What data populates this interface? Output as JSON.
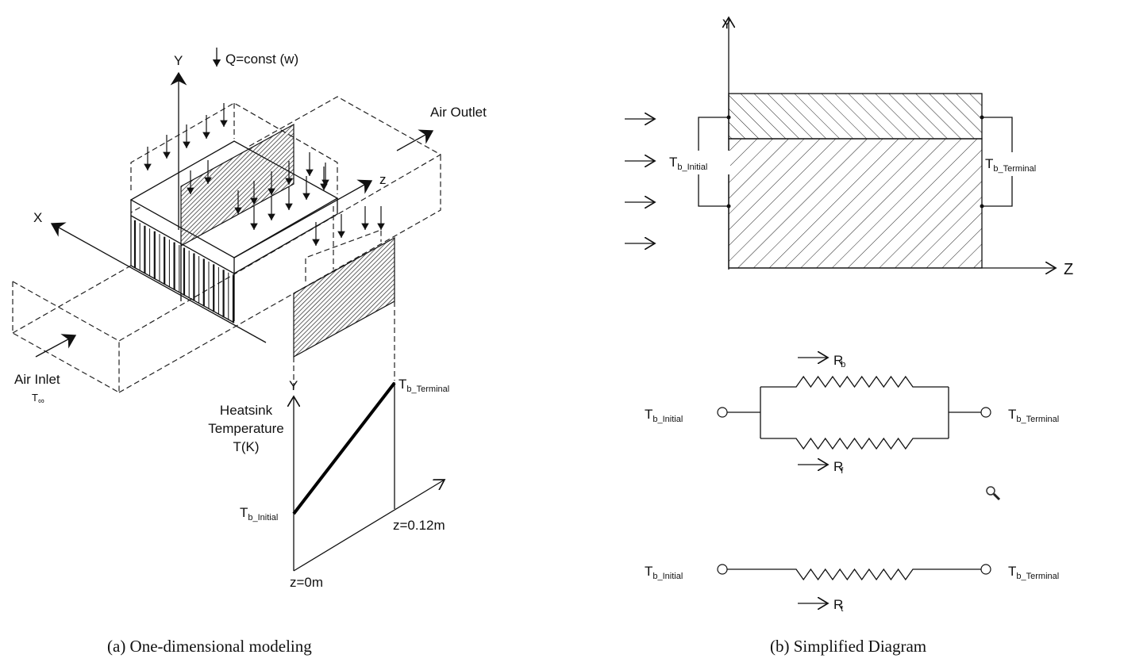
{
  "panel_a": {
    "heat_load": "Q=const (w)",
    "axis_y": "Y",
    "axis_x": "X",
    "axis_z": "z",
    "air_outlet": "Air Outlet",
    "air_inlet": "Air Inlet",
    "t_inf_main": "T",
    "t_inf_sub": "∞",
    "graph": {
      "axis_y": "Y",
      "ylabel_line1": "Heatsink",
      "ylabel_line2": "Temperature",
      "ylabel_line3": "T(K)",
      "t_initial_main": "T",
      "t_initial_sub": "b_Initial",
      "t_terminal_main": "T",
      "t_terminal_sub": "b_Terminal",
      "z_start": "z=0m",
      "z_end": "z=0.12m"
    },
    "caption": "(a)  One-dimensional  modeling"
  },
  "panel_b": {
    "axis_y": "Y",
    "axis_z": "Z",
    "t_initial_main": "T",
    "t_initial_sub": "b_Initial",
    "t_terminal_main": "T",
    "t_terminal_sub": "b_Terminal",
    "parallel": {
      "rb_main": "R",
      "rb_sub": "b",
      "rf_main": "R",
      "rf_sub": "f",
      "t_initial_main": "T",
      "t_initial_sub": "b_Initial",
      "t_terminal_main": "T",
      "t_terminal_sub": "b_Terminal"
    },
    "series": {
      "rt_main": "R",
      "rt_sub": "t",
      "t_initial_main": "T",
      "t_initial_sub": "b_Initial",
      "t_terminal_main": "T",
      "t_terminal_sub": "b_Terminal"
    },
    "caption": "(b)  Simplified Diagram"
  },
  "icons": {
    "zoom": "magnifier-icon"
  }
}
